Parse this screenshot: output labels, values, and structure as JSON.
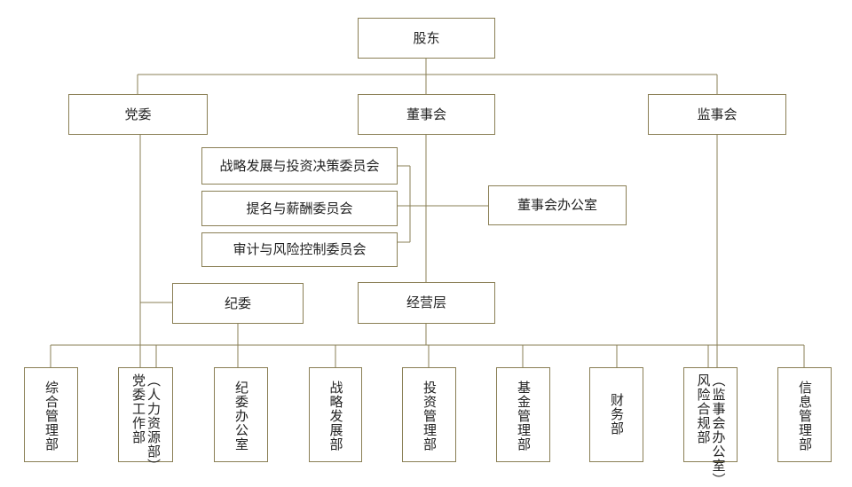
{
  "colors": {
    "border": "#8a7f55",
    "line": "#8a7f55",
    "text": "#222222"
  },
  "top": {
    "shareholders": "股东"
  },
  "level1": {
    "party_committee": "党委",
    "board": "董事会",
    "supervisors": "监事会"
  },
  "committees": {
    "strategy": "战略发展与投资决策委员会",
    "nomination": "提名与薪酬委员会",
    "audit": "审计与风险控制委员会"
  },
  "board_office": "董事会办公室",
  "discipline_committee": "纪委",
  "management": "经营层",
  "departments": [
    {
      "name": "综合管理部",
      "note": ""
    },
    {
      "name": "党委工作部",
      "note": "（人力资源部）"
    },
    {
      "name": "纪委办公室",
      "note": ""
    },
    {
      "name": "战略发展部",
      "note": ""
    },
    {
      "name": "投资管理部",
      "note": ""
    },
    {
      "name": "基金管理部",
      "note": ""
    },
    {
      "name": "财务部",
      "note": ""
    },
    {
      "name": "风险合规部",
      "note": "（监事会办公室）"
    },
    {
      "name": "信息管理部",
      "note": ""
    }
  ]
}
